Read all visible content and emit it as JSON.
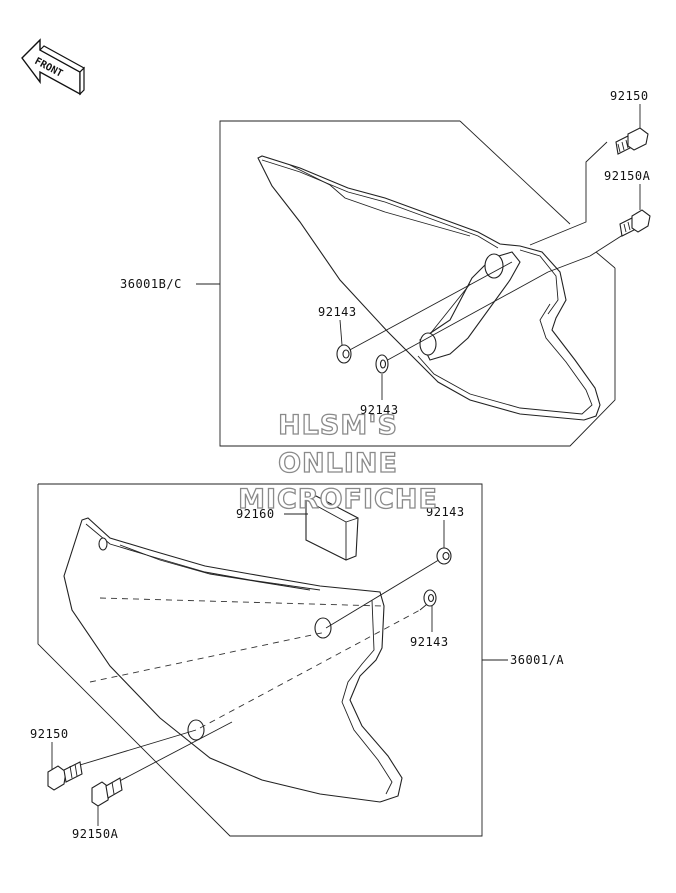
{
  "front_marker": {
    "text": "FRONT",
    "icon": "front-arrow-icon"
  },
  "labels": {
    "p92150_top": "92150",
    "p92150A_top": "92150A",
    "p36001BC": "36001B/C",
    "p92143_a": "92143",
    "p92143_b": "92143",
    "p92160": "92160",
    "p92143_c": "92143",
    "p92143_d": "92143",
    "p36001A": "36001/A",
    "p92150_bottom": "92150",
    "p92150A_bottom": "92150A"
  },
  "watermark": {
    "line1": "HLSM'S",
    "line2": "ONLINE",
    "line3": "MICROFICHE"
  }
}
